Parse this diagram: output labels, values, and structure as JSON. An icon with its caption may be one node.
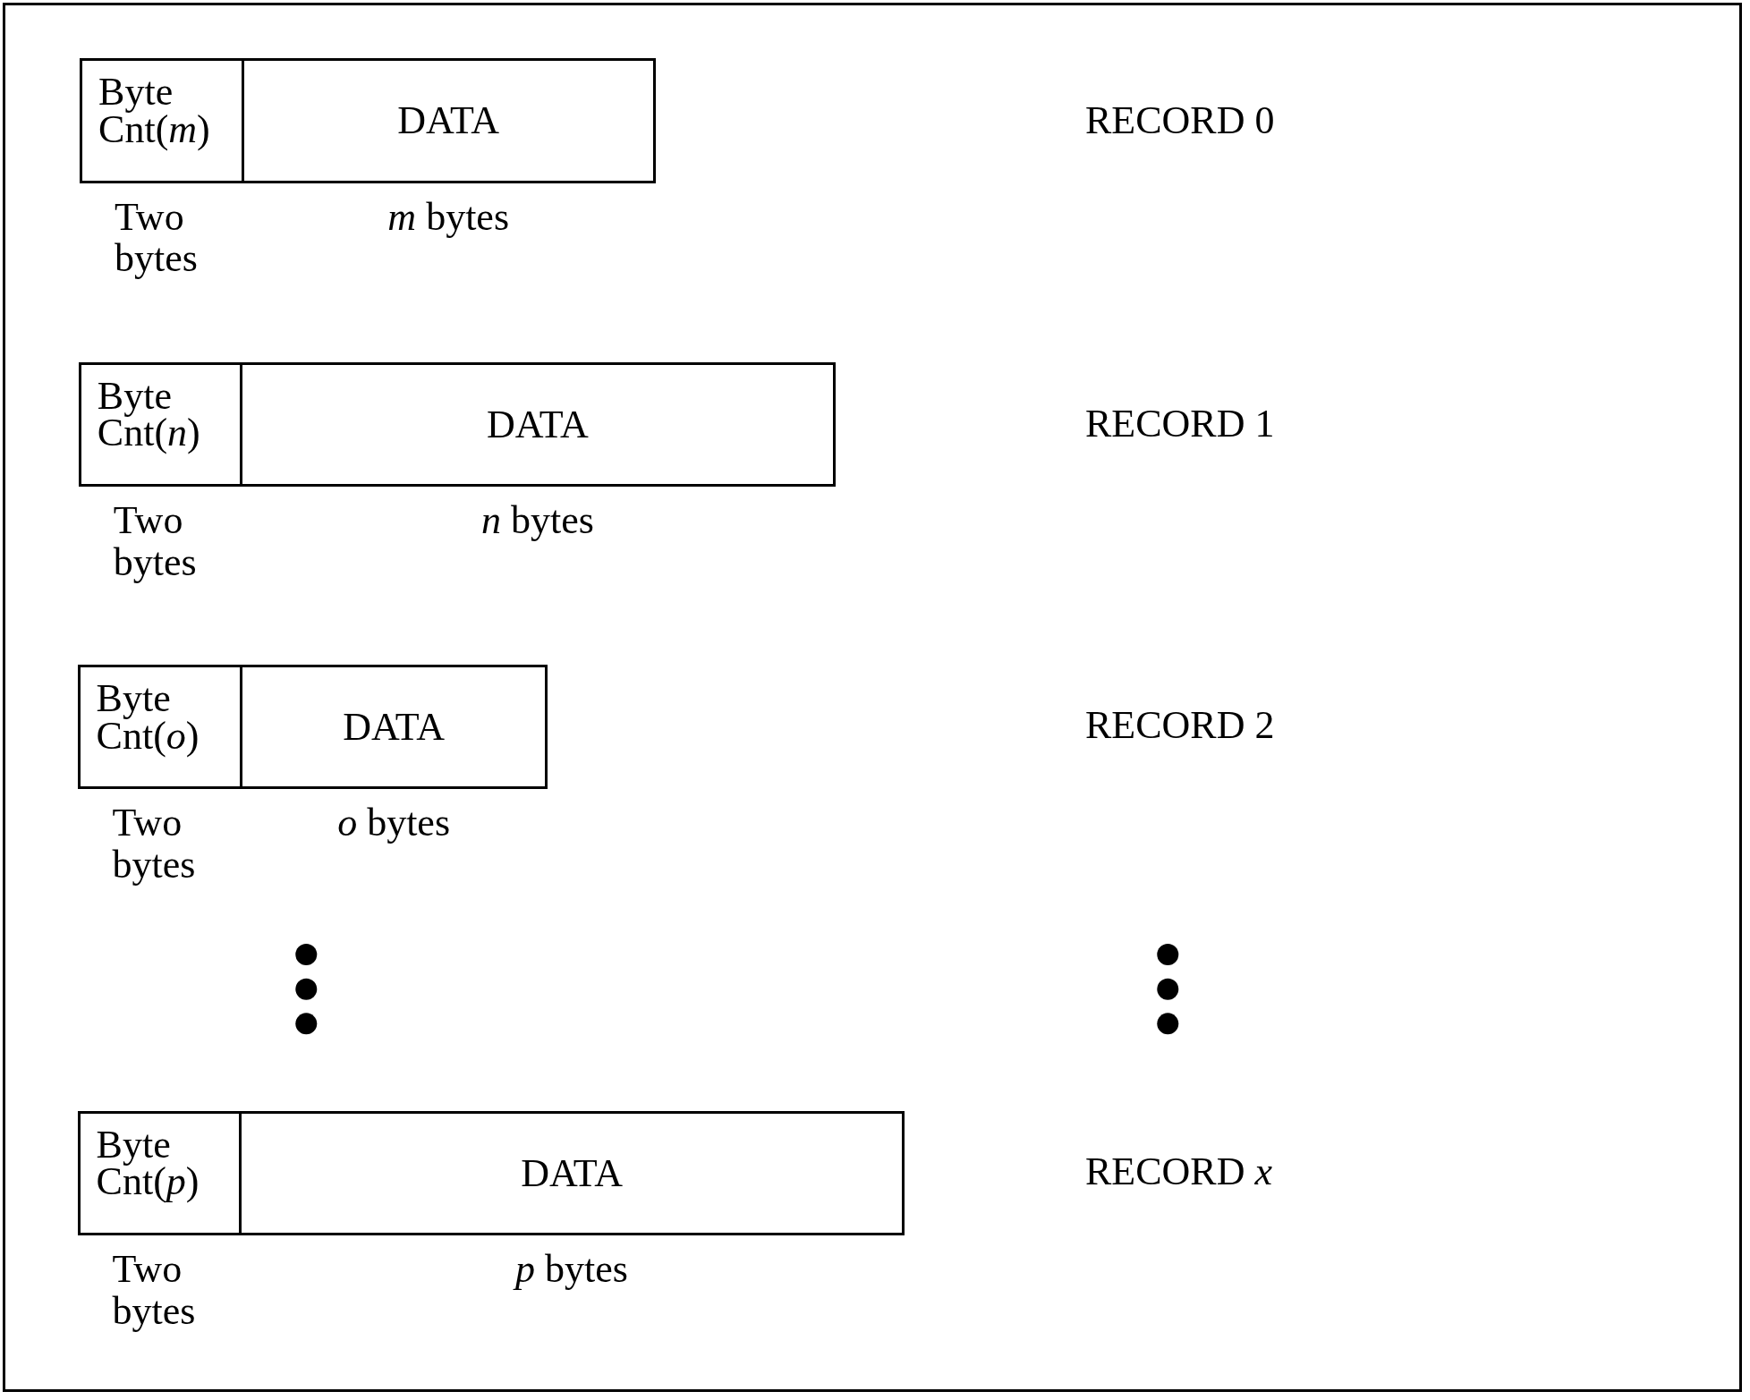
{
  "diagram": {
    "nodes": [
      {
        "text": [
          "Byte Cnt(*m*)"
        ],
        "beside": [
          "Two bytes"
        ]
      },
      {
        "text": [
          "DATA"
        ],
        "beside": [
          "*m* bytes"
        ]
      },
      {
        "text": [
          "Byte Cnt(*n*)"
        ],
        "beside": [
          "Two bytes"
        ]
      },
      {
        "text": [
          "DATA"
        ],
        "beside": [
          "*n* bytes"
        ]
      },
      {
        "text": [
          "Byte Cnt(*o*)"
        ],
        "beside": [
          "Two bytes"
        ]
      },
      {
        "text": [
          "DATA"
        ],
        "beside": [
          "*o* bytes"
        ]
      },
      {
        "text": [
          "Byte Cnt(*p*)"
        ],
        "beside": [
          "Two bytes"
        ]
      },
      {
        "text": [
          "DATA"
        ],
        "beside": [
          "*p* bytes"
        ]
      }
    ],
    "edges": [],
    "labels": [
      "RECORD 0",
      "RECORD 1",
      "RECORD 2",
      "RECORD *x*"
    ]
  }
}
